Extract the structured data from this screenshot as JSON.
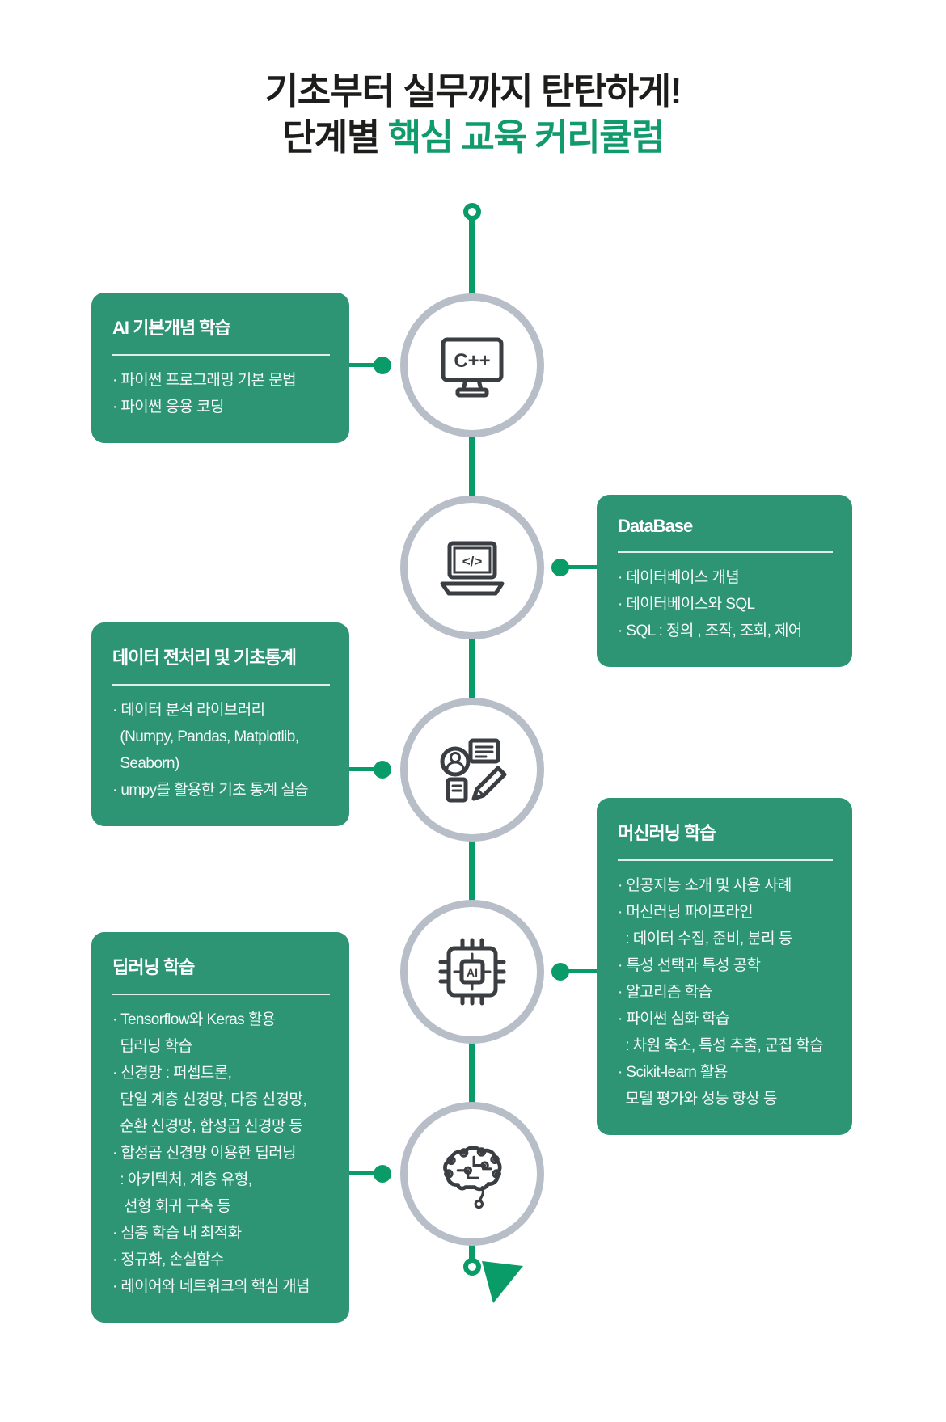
{
  "title": {
    "line1": "기초부터 실무까지 탄탄하게!",
    "line2_black": "단계별 ",
    "line2_accent": "핵심 교육 커리큘럼"
  },
  "colors": {
    "card_green": "#2d9474",
    "accent_green": "#0a9c68",
    "title_accent_green": "#119a6b",
    "circle_border_gray": "#b7bec7",
    "icon_dark": "#3a3d41"
  },
  "steps": [
    {
      "icon": "cpp-monitor-icon",
      "icon_label": "C++",
      "title": "AI 기본개념 학습",
      "lines": [
        "· 파이썬 프로그래밍 기본 문법",
        "· 파이썬 응용 코딩"
      ]
    },
    {
      "icon": "laptop-code-icon",
      "icon_label": "</>",
      "title": "DataBase",
      "lines": [
        "· 데이터베이스 개념",
        "· 데이터베이스와 SQL",
        "· SQL : 정의 , 조작, 조회, 제어"
      ]
    },
    {
      "icon": "data-preprocessing-icon",
      "title": "데이터 전처리 및 기초통계",
      "lines": [
        "· 데이터 분석 라이브러리",
        "  (Numpy, Pandas, Matplotlib,",
        "  Seaborn)",
        "· umpy를 활용한 기초 통계 실습"
      ]
    },
    {
      "icon": "ai-chip-icon",
      "icon_label": "AI",
      "title": "머신러닝 학습",
      "lines": [
        "· 인공지능 소개 및 사용 사례",
        "· 머신러닝 파이프라인",
        "  : 데이터 수집, 준비, 분리 등",
        "· 특성 선택과 특성 공학",
        "· 알고리즘 학습",
        "· 파이썬 심화 학습",
        "  : 차원 축소, 특성 추출, 군집 학습",
        "· Scikit-learn 활용",
        "  모델 평가와 성능 향상 등"
      ]
    },
    {
      "icon": "circuit-brain-icon",
      "title": "딥러닝 학습",
      "lines": [
        "· Tensorflow와 Keras 활용",
        "  딥러닝 학습",
        "· 신경망 : 퍼셉트론,",
        "  단일 계층 신경망, 다중 신경망,",
        "  순환 신경망, 합성곱 신경망 등",
        "· 합성곱 신경망 이용한 딥러닝",
        "  : 아키텍처, 계층 유형,",
        "   선형 회귀 구축 등",
        "· 심층 학습 내 최적화",
        "· 정규화, 손실함수",
        "· 레이어와 네트워크의 핵심 개념"
      ]
    }
  ]
}
